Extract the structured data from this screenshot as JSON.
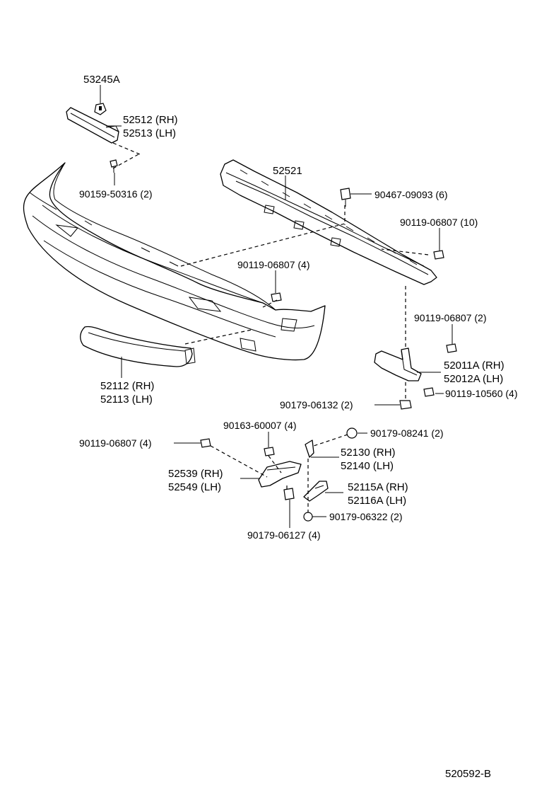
{
  "labels": {
    "p53245a": "53245A",
    "p52512": "52512 (RH)",
    "p52513": "52513 (LH)",
    "p90159": "90159-50316 (2)",
    "p52521": "52521",
    "p90467": "90467-09093 (6)",
    "p90119_10": "90119-06807 (10)",
    "p90119_4a": "90119-06807 (4)",
    "p90119_2": "90119-06807 (2)",
    "p52011": "52011A (RH)",
    "p52012": "52012A (LH)",
    "p52112": "52112 (RH)",
    "p52113": "52113 (LH)",
    "p90179_06132": "90179-06132 (2)",
    "p90119_10560": "90119-10560 (4)",
    "p90163": "90163-60007 (4)",
    "p90179_08241": "90179-08241 (2)",
    "p90119_4b": "90119-06807 (4)",
    "p52130": "52130 (RH)",
    "p52140": "52140 (LH)",
    "p52539": "52539 (RH)",
    "p52549": "52549 (LH)",
    "p52115": "52115A (RH)",
    "p52116": "52116A (LH)",
    "p90179_06322": "90179-06322 (2)",
    "p90179_06127": "90179-06127 (4)",
    "drawing_number": "520592-B"
  }
}
